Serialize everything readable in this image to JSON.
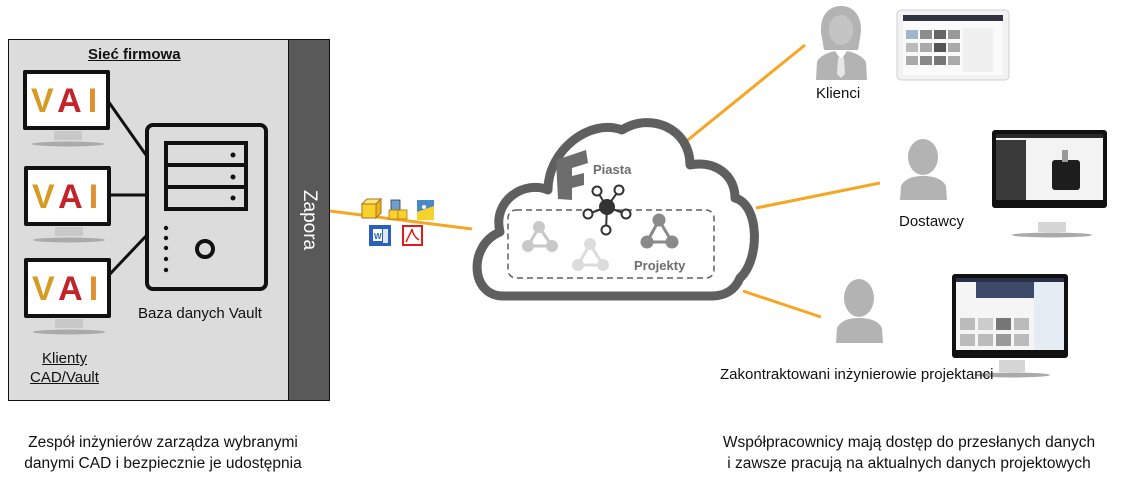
{
  "left_section": {
    "network_title": "Sieć firmowa",
    "firewall_label": "Zapora",
    "server_label": "Baza danych Vault",
    "clients_label_line1": "Klienty",
    "clients_label_line2": "CAD/Vault",
    "workstations": [
      {
        "letters": [
          "V",
          "A",
          "I"
        ]
      },
      {
        "letters": [
          "V",
          "A",
          "I"
        ]
      },
      {
        "letters": [
          "V",
          "A",
          "I"
        ]
      }
    ],
    "caption_line1": "Zespół inżynierów zarządza wybranymi",
    "caption_line2": "danymi CAD i bezpiecznie je udostępnia"
  },
  "file_icons": [
    "part-file-icon",
    "assembly-file-icon",
    "drawing-file-icon",
    "word-file-icon",
    "pdf-file-icon"
  ],
  "cloud": {
    "hub_label": "Piasta",
    "projects_label": "Projekty",
    "logo_letter": "F"
  },
  "collaborators": [
    {
      "label": "Klienci",
      "device": "tablet"
    },
    {
      "label": "Dostawcy",
      "device": "monitor"
    },
    {
      "label": "Zakontraktowani inżynierowie projektanci",
      "device": "monitor"
    }
  ],
  "right_caption_line1": "Współpracownicy mają dostęp do przesłanych danych",
  "right_caption_line2": "i zawsze pracują na aktualnych danych projektowych",
  "colors": {
    "connector": "#f5a623",
    "panel_bg": "#dcdcdc",
    "firewall_bg": "#595959",
    "cloud_stroke": "#5f5f5f",
    "person_gray": "#b3b3b3"
  }
}
